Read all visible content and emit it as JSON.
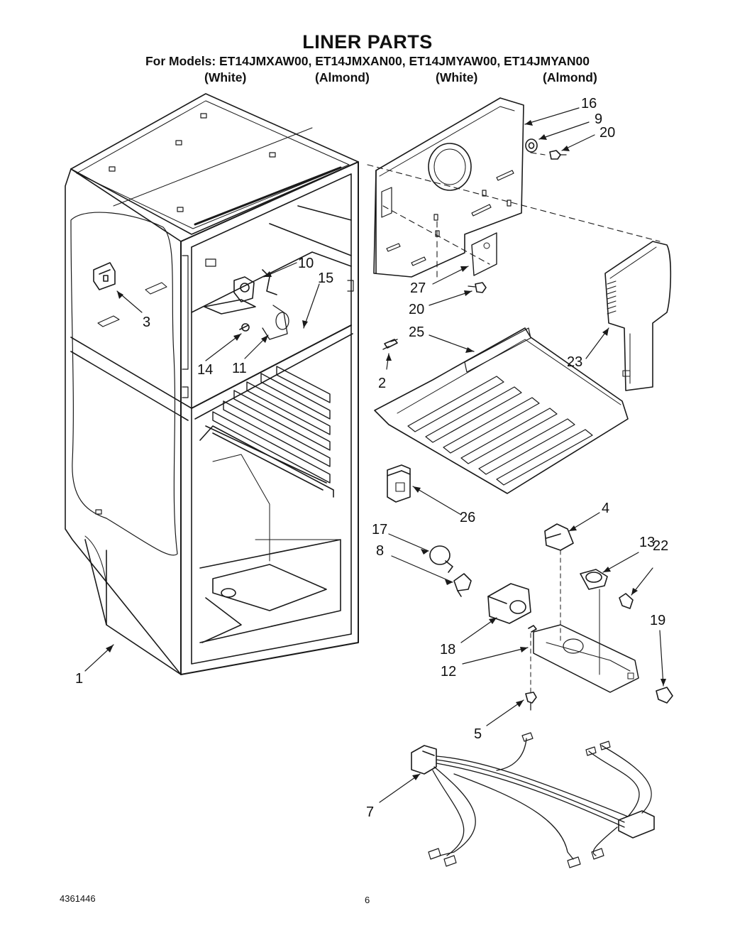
{
  "header": {
    "title": "LINER PARTS",
    "models_line": "For Models: ET14JMXAW00, ET14JMXAN00, ET14JMYAW00, ET14JMYAN00",
    "variants": [
      "(White)",
      "(Almond)",
      "(White)",
      "(Almond)"
    ]
  },
  "callouts": [
    "1",
    "2",
    "3",
    "4",
    "5",
    "7",
    "8",
    "9",
    "10",
    "11",
    "12",
    "13",
    "14",
    "15",
    "16",
    "17",
    "18",
    "19",
    "20",
    "20",
    "22",
    "23",
    "25",
    "26",
    "27"
  ],
  "footer": {
    "doc_number": "4361446",
    "page_number": "6"
  },
  "colors": {
    "ink": "#1a1a1a",
    "paper": "#ffffff"
  }
}
